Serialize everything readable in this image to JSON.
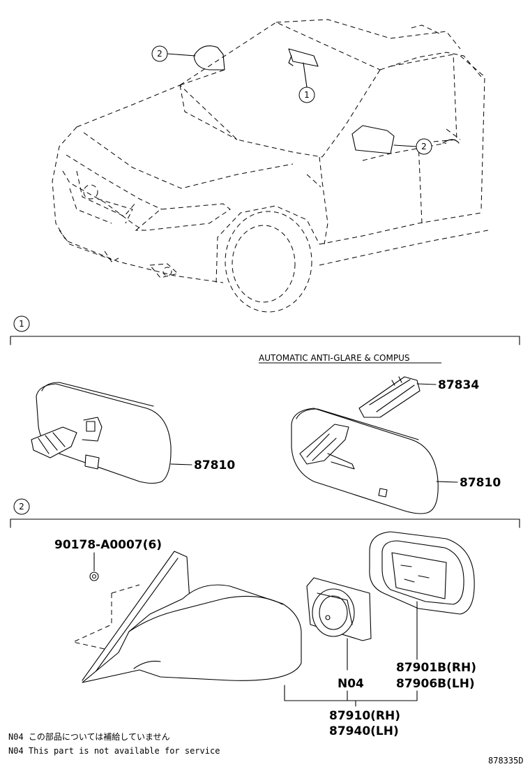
{
  "callouts": {
    "one": "1",
    "two": "2"
  },
  "sections": {
    "section1": {
      "marker": "1",
      "heading": "AUTOMATIC ANTI-GLARE & COMPUS",
      "parts": {
        "left_mirror": "87810",
        "bracket": "87834",
        "right_mirror": "87810"
      }
    },
    "section2": {
      "marker": "2",
      "parts": {
        "clip": "90178-A0007(6)",
        "motor": "N04",
        "mirror_glass_rh": "87901B(RH)",
        "mirror_glass_lh": "87906B(LH)",
        "assembly_rh": "87910(RH)",
        "assembly_lh": "87940(LH)"
      }
    }
  },
  "notes": {
    "jp": "N04 この部品については補給していません",
    "en": "N04 This part is not available for service"
  },
  "diagram_code": "878335D"
}
